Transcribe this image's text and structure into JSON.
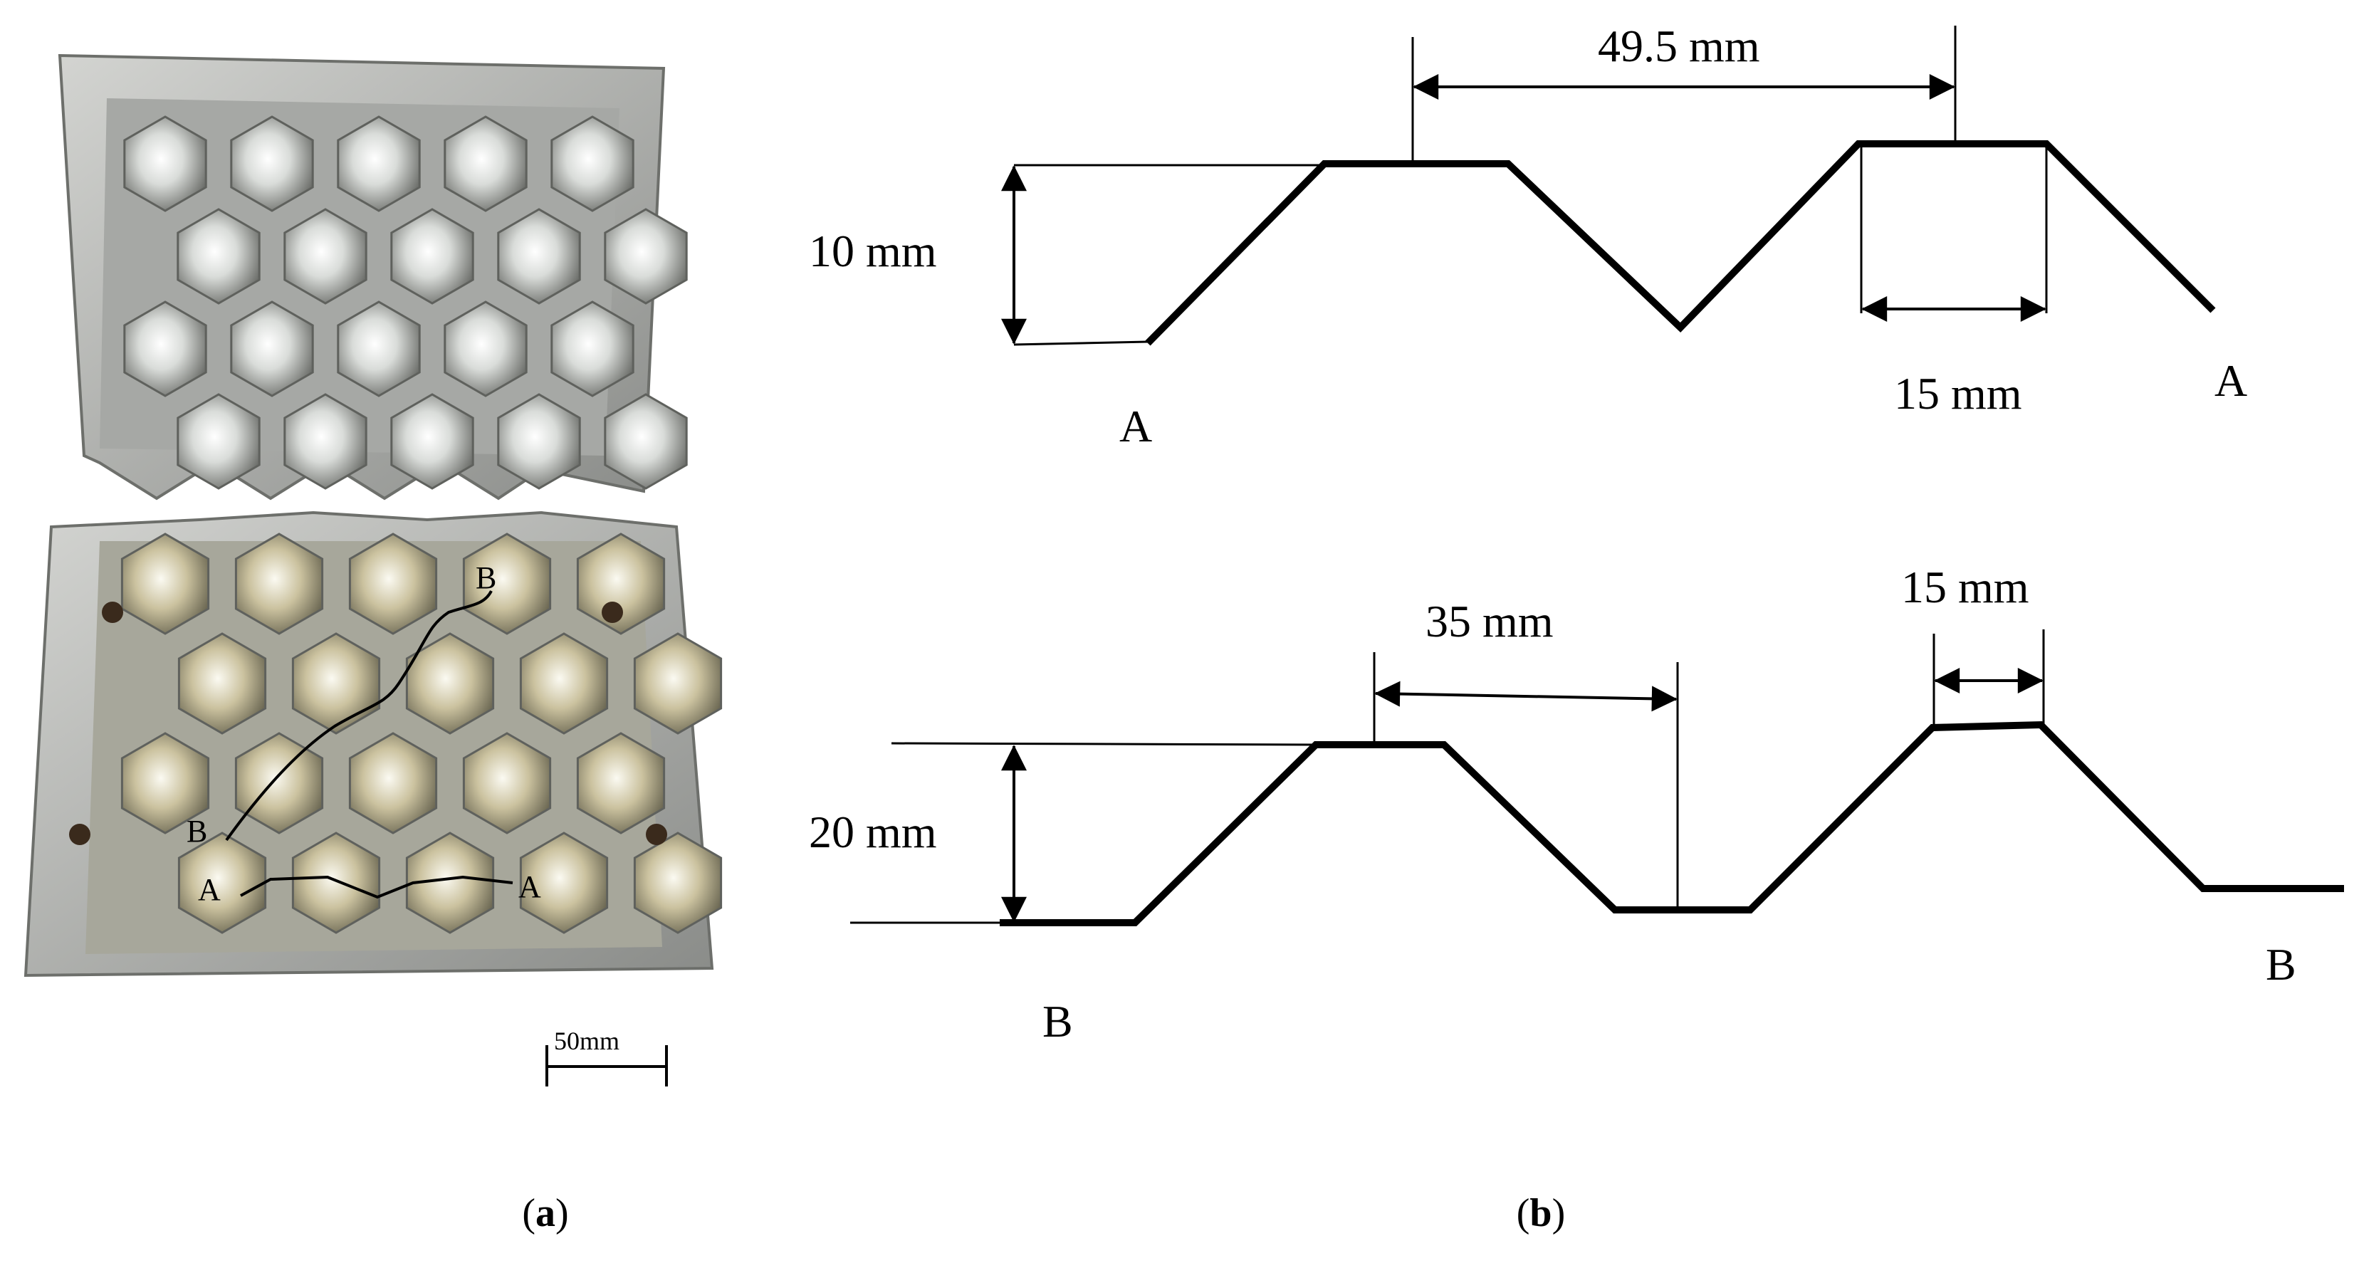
{
  "panel_a": {
    "caption_open": "(",
    "caption_letter": "a",
    "caption_close": ")",
    "markers": {
      "b_top": "B",
      "b_bottom": "B",
      "a_left": "A",
      "a_right": "A"
    },
    "scale_bar_label": "50mm"
  },
  "panel_b": {
    "caption_open": "(",
    "caption_letter": "b",
    "caption_close": ")",
    "profile_a": {
      "pitch_label": "49.5  mm",
      "height_label": "10 mm",
      "flat_label": "15  mm",
      "end_left": "A",
      "end_right": "A"
    },
    "profile_b": {
      "pitch_label": "35 mm",
      "flat_label": "15 mm",
      "height_label": "20 mm",
      "end_left": "B",
      "end_right": "B"
    }
  },
  "colors": {
    "line": "#000000",
    "plate": "#b4b5b3",
    "frame": "#8f918e"
  }
}
